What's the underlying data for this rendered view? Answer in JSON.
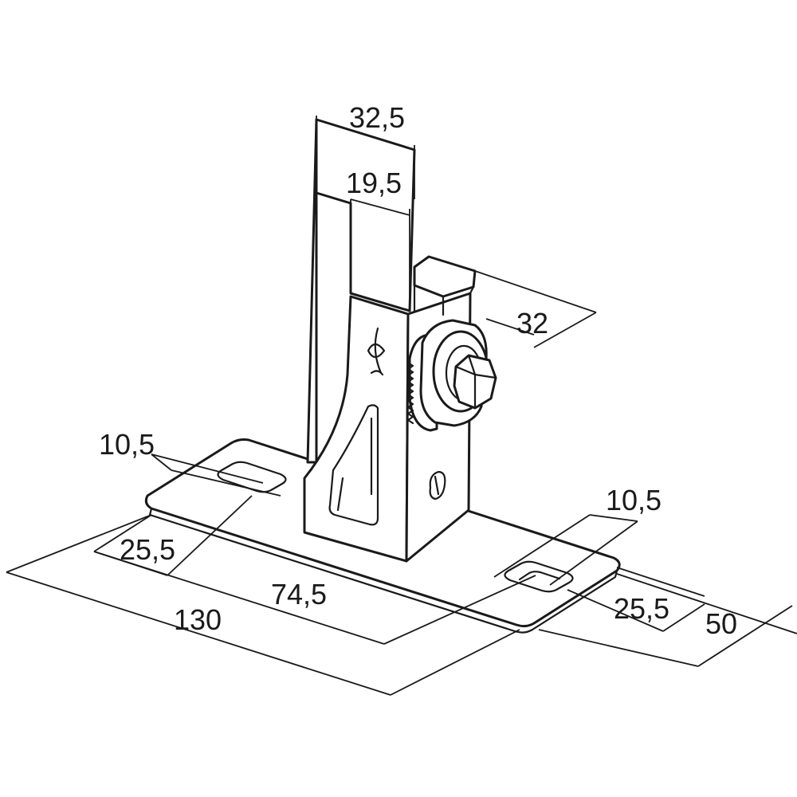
{
  "dimensions": {
    "top_width": "32,5",
    "inner_width": "19,5",
    "channel_depth": "32",
    "slot_left_width": "10,5",
    "slot_left_offset": "25,5",
    "hole_spacing": "74,5",
    "base_length": "130",
    "slot_right_width": "10,5",
    "slot_right_offset": "25,5",
    "base_width": "50"
  },
  "colors": {
    "line": "#1a1a1a",
    "background": "#ffffff"
  },
  "icons": {
    "logo": "fish-logo-icon"
  }
}
